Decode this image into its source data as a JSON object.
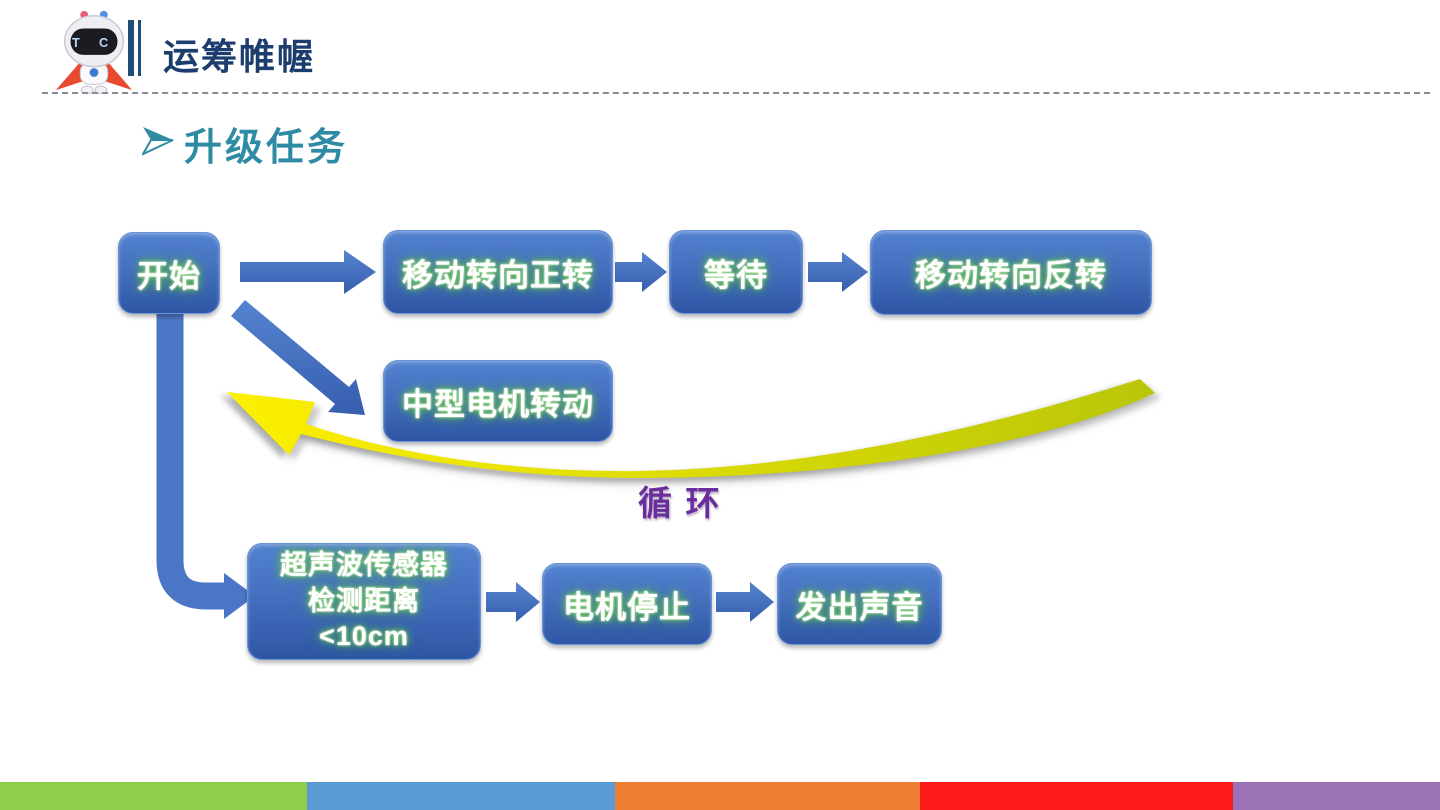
{
  "slide": {
    "header": {
      "title": "运筹帷幄",
      "logo_text": "T C"
    },
    "section_title": "升级任务",
    "flowchart": {
      "nodes": {
        "start": "开始",
        "move_forward": "移动转向正转",
        "wait": "等待",
        "move_reverse": "移动转向反转",
        "medium_motor": "中型电机转动",
        "ultrasonic_lines": [
          "超声波传感器",
          "检测距离",
          "<10cm"
        ],
        "motor_stop": "电机停止",
        "emit_sound": "发出声音"
      },
      "loop_label": "循 环"
    },
    "footer_stripes": [
      "#8dce4c",
      "#5b9bd5",
      "#ed7d31",
      "#ff1a1a",
      "#9b72b5"
    ],
    "colors": {
      "title": "#1c3d6e",
      "section_title": "#2f8ba4",
      "box_gradient_top": "#5282cf",
      "box_gradient_bottom": "#2e56a5",
      "box_text_glow": "#62c34a",
      "arrow_blue": "#4a76c5",
      "loop_text": "#6a2d9c",
      "loop_arrow_head": "#fdf000",
      "loop_arrow_tail": "#b9c609"
    }
  }
}
